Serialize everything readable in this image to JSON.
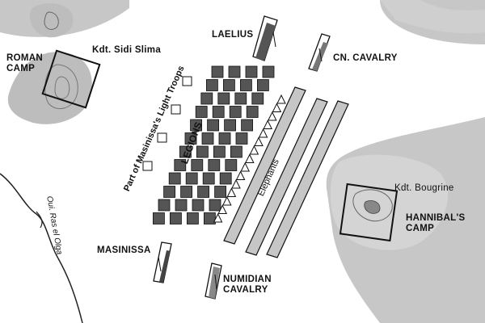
{
  "labels": {
    "roman_camp": "ROMAN CAMP",
    "kdt_sidi_slima": "Kdt. Sidi Slima",
    "laelius": "LAELIUS",
    "cn_cavalry": "CN. CAVALRY",
    "light_troops": "Part of Masinissa's Light Troops",
    "legions": "LEGIONS",
    "elephants": "Elephants",
    "kdt_bougrine": "Kdt. Bougrine",
    "hannibals_camp": "HANNIBAL'S CAMP",
    "masinissa": "MASINISSA",
    "numidian_cavalry": "NUMIDIAN CAVALRY",
    "river": "Oui. Ras el Olga"
  },
  "legend_colors": {
    "unit": "#555555",
    "outline": "#111111",
    "paper": "#ffffff",
    "shade": "#c9c9c9"
  },
  "formation": {
    "legion_columns": 4,
    "legion_rows": 12,
    "elephant_count": 15,
    "light_troop_squares": 4,
    "cavalry_units": 4
  }
}
